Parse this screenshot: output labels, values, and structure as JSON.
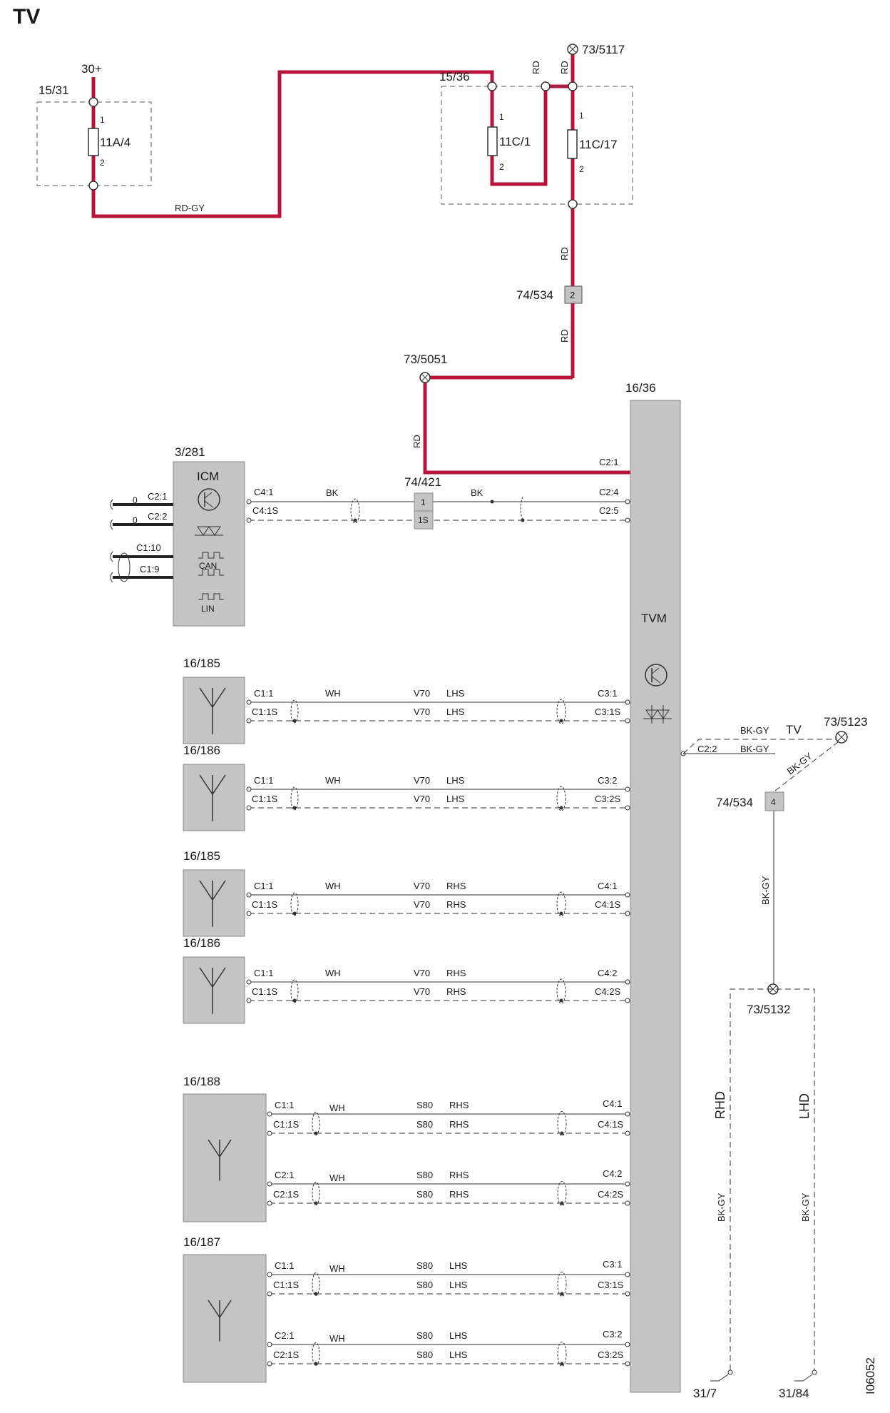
{
  "title": "TV",
  "figure_id": "I06052",
  "power": {
    "source": "30+",
    "fuse_box_a": "15/31",
    "fuse_a": "11A/4",
    "fuse_box_b": "15/36",
    "fuse_b": "11C/1",
    "fuse_c": "11C/17",
    "pin1": "1",
    "pin2": "2",
    "ground_top": "73/5117",
    "connector_mid": "74/534",
    "connector_mid_pin": "2",
    "splice": "73/5051",
    "wire_rd_gy": "RD-GY",
    "wire_rd": "RD"
  },
  "tvm": {
    "id": "16/36",
    "name": "TVM",
    "pin_power": "C2:1",
    "pin_c2_4": "C2:4",
    "pin_c2_5": "C2:5",
    "pin_c2_2": "C2:2"
  },
  "icm": {
    "id": "3/281",
    "name": "ICM",
    "pins_left": [
      "C2:1",
      "C2:2",
      "C1:10",
      "C1:9"
    ],
    "zero": "0",
    "can": "CAN",
    "lin": "LIN",
    "pin_c4_1": "C4:1",
    "pin_c4_1s": "C4:1S",
    "wire_bk": "BK",
    "connector": "74/421",
    "connector_pin1": "1",
    "connector_pin1s": "1S"
  },
  "antennas": [
    {
      "id": "16/185",
      "p1": "C1:1",
      "p2": "C1:1S",
      "color": "WH",
      "model": "V70",
      "side": "LHS",
      "t1": "C3:1",
      "t2": "C3:1S"
    },
    {
      "id": "16/186",
      "p1": "C1:1",
      "p2": "C1:1S",
      "color": "WH",
      "model": "V70",
      "side": "LHS",
      "t1": "C3:2",
      "t2": "C3:2S"
    },
    {
      "id": "16/185",
      "p1": "C1:1",
      "p2": "C1:1S",
      "color": "WH",
      "model": "V70",
      "side": "RHS",
      "t1": "C4:1",
      "t2": "C4:1S"
    },
    {
      "id": "16/186",
      "p1": "C1:1",
      "p2": "C1:1S",
      "color": "WH",
      "model": "V70",
      "side": "RHS",
      "t1": "C4:2",
      "t2": "C4:2S"
    }
  ],
  "antennas_s80": [
    {
      "id": "16/188",
      "rows": [
        {
          "p1": "C1:1",
          "p2": "C1:1S",
          "color": "WH",
          "model": "S80",
          "side": "RHS",
          "t1": "C4:1",
          "t2": "C4:1S"
        },
        {
          "p1": "C2:1",
          "p2": "C2:1S",
          "color": "WH",
          "model": "S80",
          "side": "RHS",
          "t1": "C4:2",
          "t2": "C4:2S"
        }
      ]
    },
    {
      "id": "16/187",
      "rows": [
        {
          "p1": "C1:1",
          "p2": "C1:1S",
          "color": "WH",
          "model": "S80",
          "side": "LHS",
          "t1": "C3:1",
          "t2": "C3:1S"
        },
        {
          "p1": "C2:1",
          "p2": "C2:1S",
          "color": "WH",
          "model": "S80",
          "side": "LHS",
          "t1": "C3:2",
          "t2": "C3:2S"
        }
      ]
    }
  ],
  "ground": {
    "wire": "BK-GY",
    "tv": "TV",
    "point_top": "73/5123",
    "connector": "74/534",
    "connector_pin": "4",
    "splice": "73/5132",
    "rhd": "RHD",
    "lhd": "LHD",
    "g1": "31/7",
    "g2": "31/84"
  },
  "colors": {
    "power_wire": "#b8143c",
    "module_fill": "#c4c4c4",
    "line": "#333333"
  }
}
